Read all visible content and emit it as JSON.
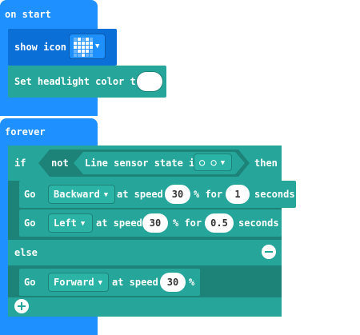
{
  "on_start": {
    "label": "on start",
    "show_icon": {
      "label": "show icon",
      "icon": "heart-icon"
    },
    "headlight": {
      "label": "Set headlight color to"
    }
  },
  "forever": {
    "label": "forever",
    "if_label": "if",
    "not_label": "not",
    "condition": {
      "label": "Line sensor state is",
      "value": "○ ○"
    },
    "then_label": "then",
    "if_rows": [
      {
        "go": "Go",
        "direction": "Backward",
        "at_speed": "at speed",
        "speed": "30",
        "pct_for": "% for",
        "duration": "1",
        "seconds": "seconds"
      },
      {
        "go": "Go",
        "direction": "Left",
        "at_speed": "at speed",
        "speed": "30",
        "pct_for": "% for",
        "duration": "0.5",
        "seconds": "seconds"
      }
    ],
    "else_label": "else",
    "else_row": {
      "go": "Go",
      "direction": "Forward",
      "at_speed": "at speed",
      "speed": "30",
      "pct": "%"
    }
  },
  "colors": {
    "events": "#1e90ff",
    "robot": "#26a69a",
    "logic": "#26a69a"
  }
}
